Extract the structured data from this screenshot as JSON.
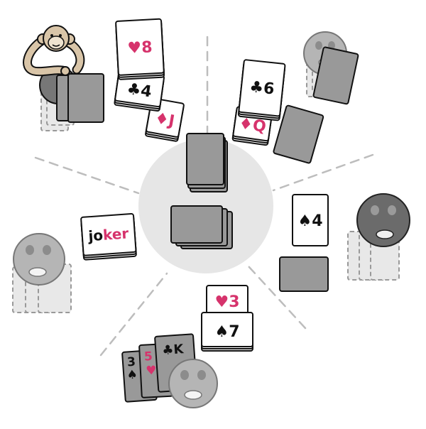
{
  "colors": {
    "red": "#d6336c",
    "black": "#111111",
    "card_back": "#999999",
    "table_center": "#e6e6e6",
    "divider": "#bdbdbd",
    "face_dark": "#6b6b6b",
    "face_light": "#b5b5b5",
    "monkey": "#d9c5a8"
  },
  "table": {
    "center_deck": "draw-pile",
    "center_discard": "discard-pile"
  },
  "players": {
    "top_left": {
      "avatar": "monkey-icon",
      "cards": [
        {
          "rank": "8",
          "suit": "♥",
          "color": "red"
        },
        {
          "rank": "4",
          "suit": "♣",
          "color": "black"
        },
        {
          "rank": "J",
          "suit": "♦",
          "color": "red"
        }
      ]
    },
    "top_right": {
      "avatar": "face-icon",
      "cards": [
        {
          "rank": "6",
          "suit": "♣",
          "color": "black"
        },
        {
          "rank": "Q",
          "suit": "♦",
          "color": "red"
        }
      ]
    },
    "right": {
      "avatar": "face-icon",
      "cards": [
        {
          "rank": "4",
          "suit": "♠",
          "color": "black"
        }
      ]
    },
    "bottom": {
      "avatar": "face-icon",
      "cards": [
        {
          "rank": "3",
          "suit": "♥",
          "color": "red"
        },
        {
          "rank": "7",
          "suit": "♠",
          "color": "black"
        }
      ],
      "hand": [
        {
          "rank": "3",
          "suit": "♠",
          "color": "black"
        },
        {
          "rank": "5",
          "suit": "♥",
          "color": "red"
        },
        {
          "rank": "K",
          "suit": "♣",
          "color": "black"
        }
      ]
    },
    "left": {
      "avatar": "face-icon",
      "joker": {
        "part1": "jo",
        "part2": "k",
        "part3": "er"
      }
    }
  }
}
